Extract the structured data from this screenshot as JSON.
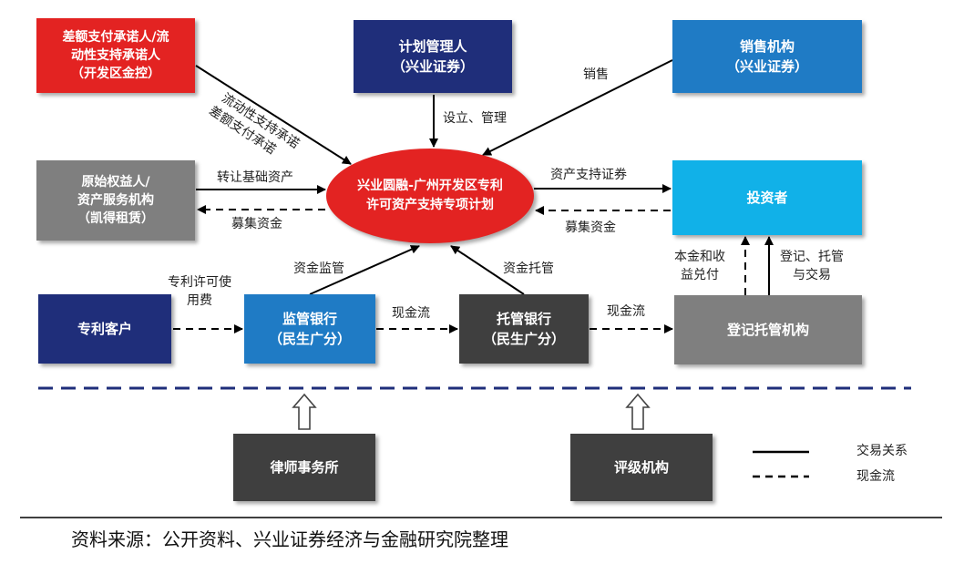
{
  "colors": {
    "red": "#e32322",
    "navy": "#1f2e7a",
    "blue": "#1f7bc5",
    "cyan": "#11b1e8",
    "gray": "#7f7f7f",
    "dark": "#3f3f3f",
    "dash_line": "#1f2e7a"
  },
  "center": {
    "label": "兴业圆融-广州开发区专利\n许可资产支持专项计划"
  },
  "nodes": {
    "guarantor": "差额支付承诺人/流\n动性支持承诺人\n（开发区金控）",
    "plan_manager": "计划管理人\n（兴业证券）",
    "sales_agency": "销售机构\n（兴业证券）",
    "originator": "原始权益人/\n资产服务机构\n（凯得租赁）",
    "investor": "投资者",
    "patent_client": "专利客户",
    "supervisory_bank": "监管银行\n（民生广分）",
    "custodian_bank": "托管银行\n（民生广分）",
    "registry": "登记托管机构",
    "law_firm": "律师事务所",
    "rating_agency": "评级机构"
  },
  "edge_labels": {
    "liquidity_support": "流动性支持承诺",
    "difference_payment": "差额支付承诺",
    "setup_manage": "设立、管理",
    "sales": "销售",
    "transfer_assets": "转让基础资产",
    "raise_funds_left": "募集资金",
    "abs": "资产支持证券",
    "raise_funds_right": "募集资金",
    "fund_supervision": "资金监管",
    "fund_custody": "资金托管",
    "principal_income": "本金和收\n益兑付",
    "register_custody": "登记、托管\n与交易",
    "license_fee": "专利许可使\n用费",
    "cash_flow_1": "现金流",
    "cash_flow_2": "现金流"
  },
  "legend": {
    "solid": "交易关系",
    "dashed": "现金流"
  },
  "source": "资料来源：公开资料、兴业证券经济与金融研究院整理"
}
